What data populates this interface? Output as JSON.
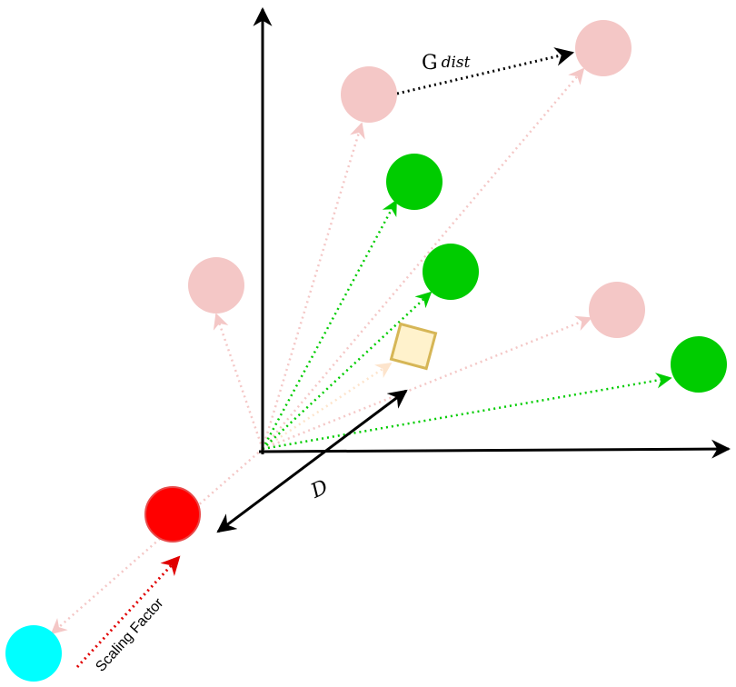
{
  "labels": {
    "g_dist_main": "G",
    "g_dist_sub": "dist",
    "d": "D",
    "scaling_factor": "Scaling Factor"
  },
  "colors": {
    "axis": "#000000",
    "pink_node": "#f4c7c6",
    "pink_arrow": "#f4c7c6",
    "green_node": "#00cc00",
    "green_arrow": "#00cc00",
    "red_node": "#ff0000",
    "red_stroke": "#e84a4a",
    "cyan_node": "#00ffff",
    "square_fill": "#fff2cc",
    "square_stroke": "#d6b656",
    "scaling_arrow": "#e00000"
  }
}
